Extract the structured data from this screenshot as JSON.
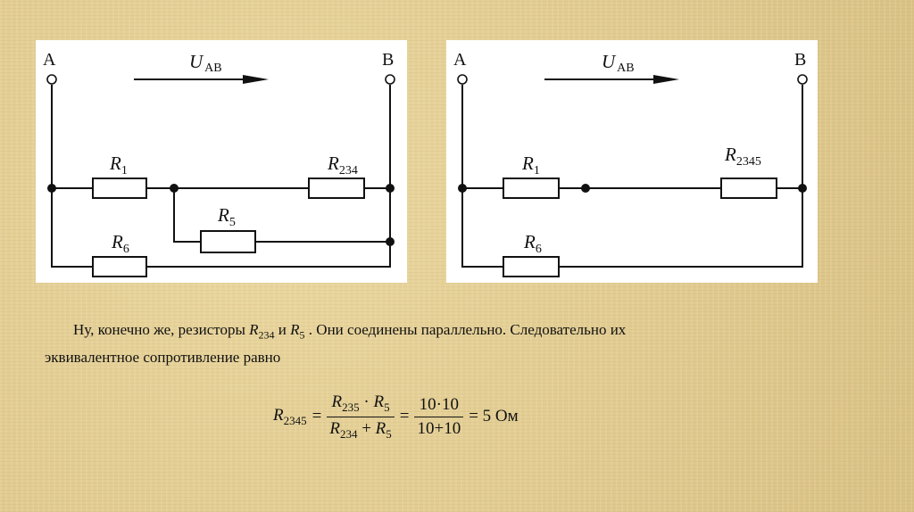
{
  "left_diagram": {
    "node_a": "A",
    "node_b": "B",
    "voltage": {
      "symbol": "U",
      "sub": "AB"
    },
    "resistors": [
      {
        "symbol": "R",
        "sub": "1"
      },
      {
        "symbol": "R",
        "sub": "234"
      },
      {
        "symbol": "R",
        "sub": "5"
      },
      {
        "symbol": "R",
        "sub": "6"
      }
    ]
  },
  "right_diagram": {
    "node_a": "A",
    "node_b": "B",
    "voltage": {
      "symbol": "U",
      "sub": "AB"
    },
    "resistors": [
      {
        "symbol": "R",
        "sub": "1"
      },
      {
        "symbol": "R",
        "sub": "2345"
      },
      {
        "symbol": "R",
        "sub": "6"
      }
    ]
  },
  "text": {
    "p1": "Ну, конечно же, резисторы ",
    "r": "R",
    "r234": "234",
    "and": " и ",
    "r5": "5",
    "p2": " . Они соединены параллельно. Следовательно их",
    "p3": "эквивалентное сопротивление равно"
  },
  "formula": {
    "lhs_sub": "2345",
    "eq": "=",
    "num1_sub_a": "235",
    "dot": "·",
    "num1_sub_b": "5",
    "den1_sub_a": "234",
    "plus": "+",
    "den1_sub_b": "5",
    "num2": "10·10",
    "den2": "10+10",
    "result": "= 5 Ом",
    "R": "R"
  }
}
